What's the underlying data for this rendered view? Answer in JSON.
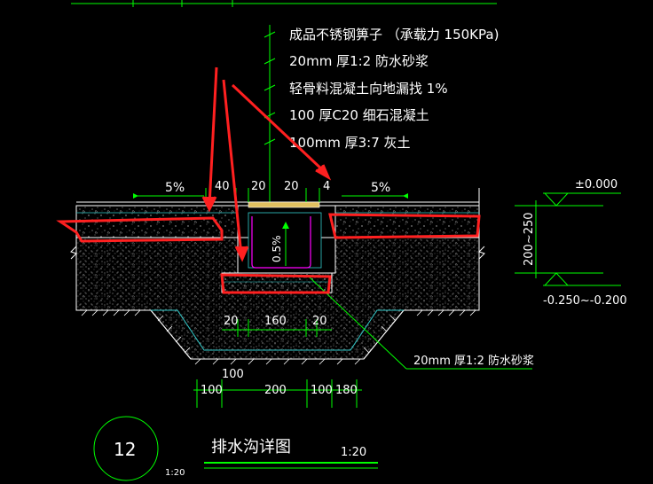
{
  "colors": {
    "background": "#000000",
    "line_white": "#ffffff",
    "line_green": "#00ff00",
    "line_cyan": "#33cccc",
    "highlight_red": "#ff2020",
    "hatch_gray": "#9a9a9a",
    "gold": "#e0c060"
  },
  "callout": {
    "lines": [
      "成品不锈钢箅子  （承载力 150KPa)",
      "20mm  厚1:2  防水砂浆",
      "轻骨料混凝土向地漏找    1%",
      "100  厚C20  细石混凝土",
      "100mm  厚3:7  灰土"
    ]
  },
  "dims": {
    "top_left_slope": "5%",
    "top_right_slope": "5%",
    "top_40": "40",
    "top_20a": "20",
    "top_20b": "20",
    "top_4": "4",
    "channel_slope": "0.5%",
    "bottom_20a": "20",
    "bottom_160": "160",
    "bottom_20b": "20",
    "base_100": "100",
    "base_row": [
      "100",
      "200",
      "100",
      "180"
    ]
  },
  "elevations": {
    "top": "±0.000",
    "range": "200~250",
    "bottom": "-0.250~-0.200"
  },
  "leader_note": "20mm  厚1:2  防水砂浆",
  "title": {
    "number": "12",
    "name": "排水沟详图",
    "scale_right": "1:20",
    "scale_left": "1:20"
  }
}
